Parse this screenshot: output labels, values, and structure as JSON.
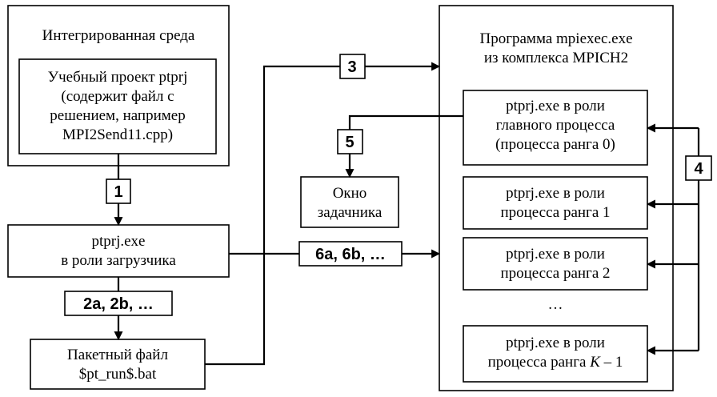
{
  "ide": {
    "title": "Интегрированная среда"
  },
  "project": {
    "line1": "Учебный проект ptprj",
    "line2": "(содержит файл с",
    "line3": "решением, например",
    "line4": "MPI2Send11.cpp)"
  },
  "loader": {
    "line1": "ptprj.exe",
    "line2": "в роли загрузчика"
  },
  "batch": {
    "line1": "Пакетный файл",
    "line2": "$pt_run$.bat"
  },
  "taskwin": {
    "line1": "Окно",
    "line2": "задачника"
  },
  "mpiexec": {
    "line1": "Программа mpiexec.exe",
    "line2": "из комплекса MPICH2"
  },
  "processes": [
    {
      "line1": "ptprj.exe в роли",
      "line2": "главного процесса",
      "line3": "(процесса ранга 0)"
    },
    {
      "line1": "ptprj.exe в роли",
      "line2": "процесса ранга 1"
    },
    {
      "line1": "ptprj.exe в роли",
      "line2": "процесса ранга 2"
    },
    {
      "line1": "ptprj.exe в роли",
      "line2_prefix": "процесса ранга ",
      "line2_var": "K",
      "line2_suffix": " – 1"
    }
  ],
  "ellipsis": "…",
  "steps": {
    "s1": "1",
    "s2": "2a, 2b, …",
    "s3": "3",
    "s4": "4",
    "s5": "5",
    "s6": "6a, 6b, …"
  },
  "colors": {
    "stroke": "#000000",
    "background": "#ffffff"
  }
}
